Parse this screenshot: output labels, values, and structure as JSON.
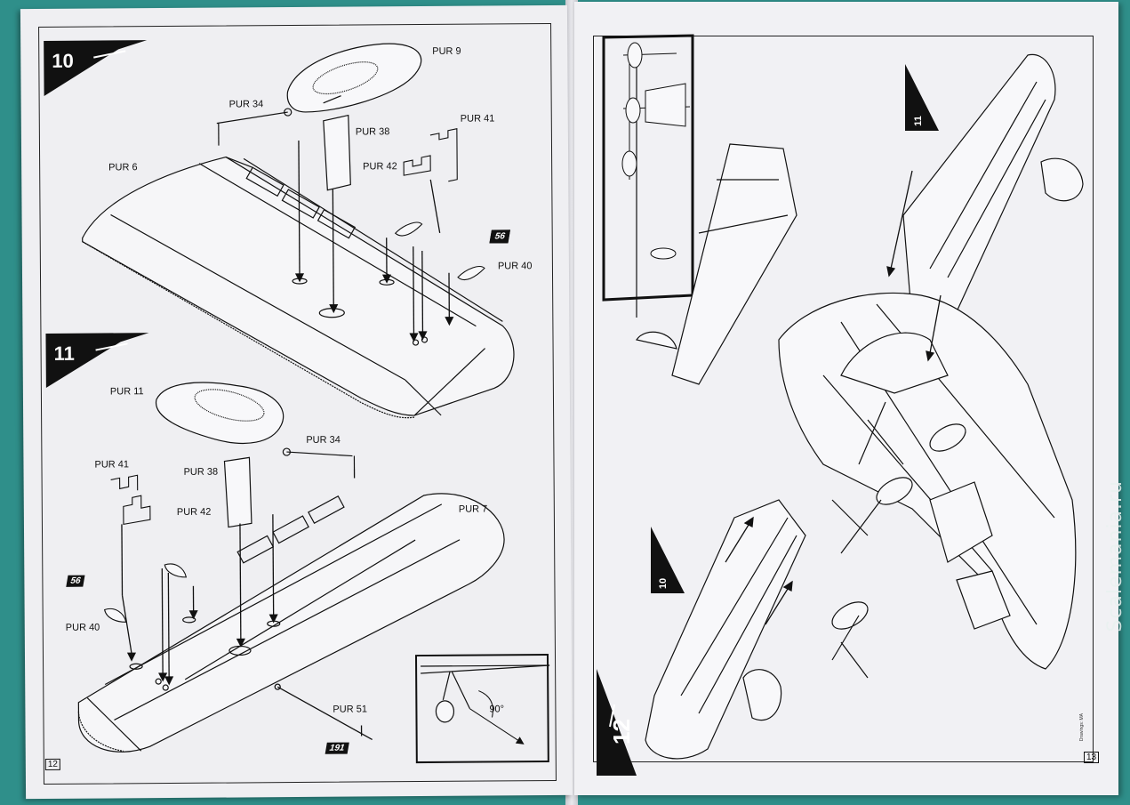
{
  "left_page": {
    "page_number": "12",
    "step_10": {
      "number": "10",
      "labels": {
        "pur9": "PUR 9",
        "pur34": "PUR 34",
        "pur38": "PUR 38",
        "pur41": "PUR 41",
        "pur42": "PUR 42",
        "pur6": "PUR 6",
        "pur40": "PUR 40",
        "badge56": "56"
      }
    },
    "step_11": {
      "number": "11",
      "labels": {
        "pur11": "PUR 11",
        "pur34": "PUR 34",
        "pur38": "PUR 38",
        "pur41": "PUR 41",
        "pur42": "PUR 42",
        "pur7": "PUR 7",
        "pur40": "PUR 40",
        "badge56": "56",
        "pur51": "PUR 51",
        "badge191": "191"
      }
    },
    "inset": {
      "angle": "90°"
    }
  },
  "right_page": {
    "page_number": "13",
    "step_12": {
      "number": "12"
    },
    "callout_10": "10",
    "callout_11": "11",
    "credit": "Drawings: MA"
  },
  "watermark": "Scalemania.ru",
  "icons": [
    "wing-drawing",
    "aircraft-drawing",
    "pointer-arrow"
  ]
}
